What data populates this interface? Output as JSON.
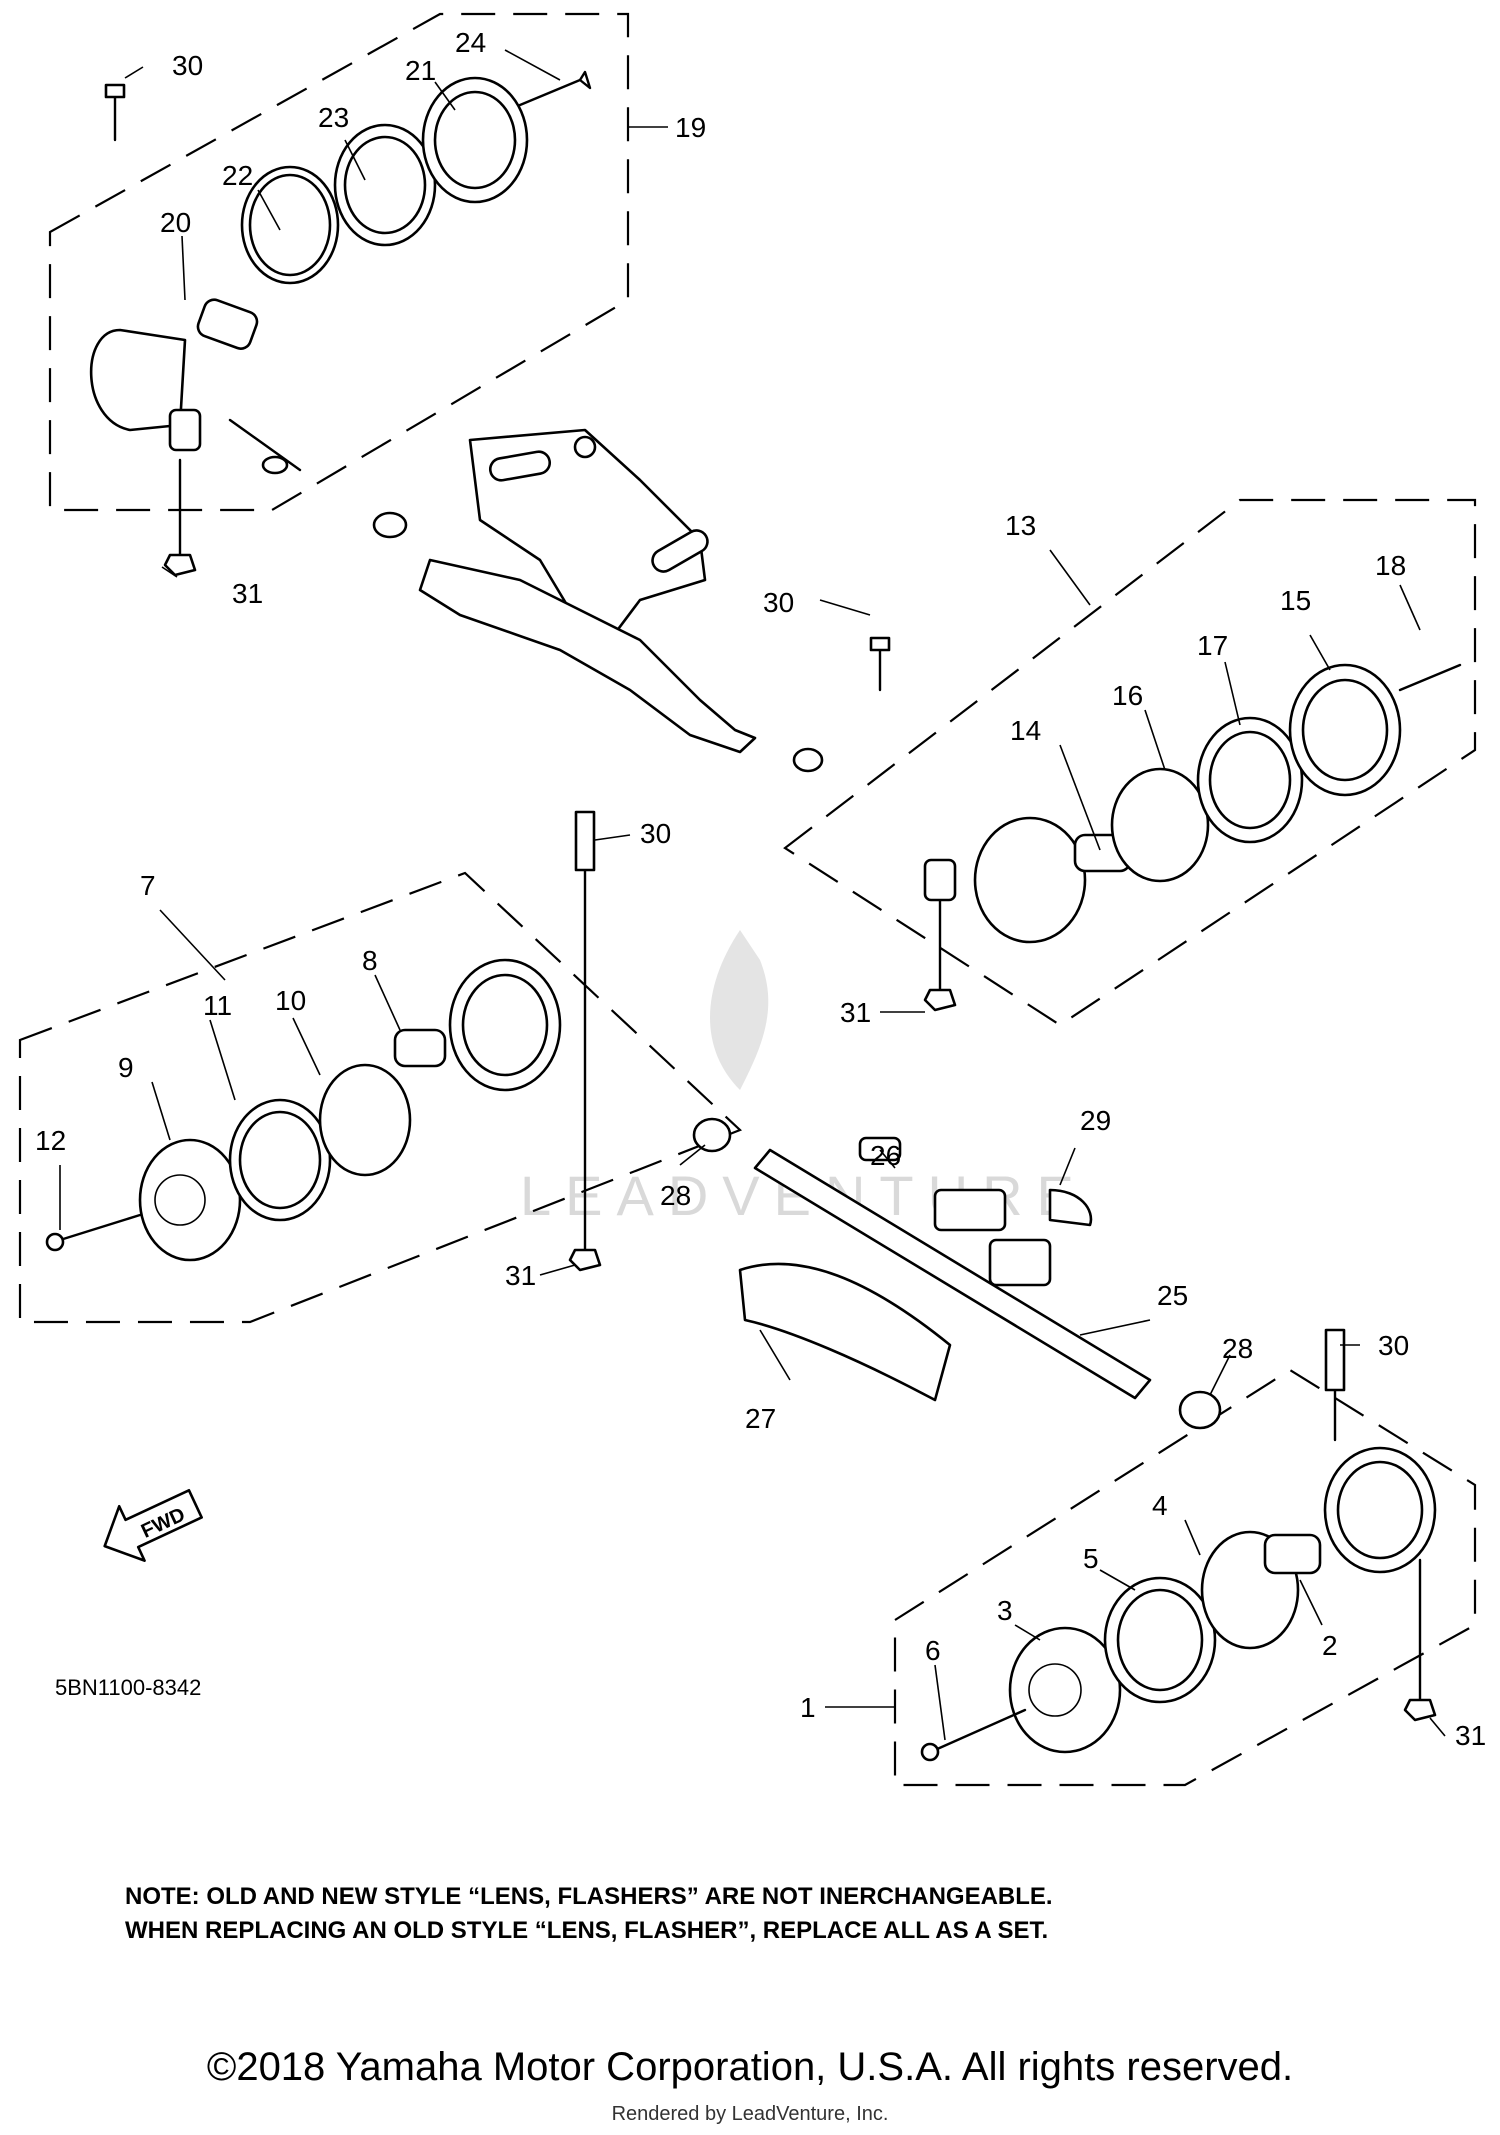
{
  "callouts": [
    "1",
    "2",
    "3",
    "4",
    "5",
    "6",
    "7",
    "8",
    "9",
    "10",
    "11",
    "12",
    "13",
    "14",
    "15",
    "16",
    "17",
    "18",
    "19",
    "20",
    "21",
    "22",
    "23",
    "24",
    "25",
    "26",
    "27",
    "28",
    "29",
    "30",
    "31"
  ],
  "fwd_label": "FWD",
  "catalog_code": "5BN1100-8342",
  "watermark_text": "LEADVENTURE",
  "note_lines": [
    "NOTE: OLD AND NEW STYLE “LENS, FLASHERS”  ARE NOT INERCHANGEABLE.",
    "WHEN REPLACING AN OLD STYLE “LENS, FLASHER”, REPLACE ALL AS A SET."
  ],
  "copyright": "©2018 Yamaha Motor Corporation, U.S.A. All rights reserved.",
  "rendered_by": "Rendered by LeadVenture, Inc.",
  "colors": {
    "line": "#000000",
    "background": "#ffffff",
    "watermark": "#d9d9d9"
  }
}
